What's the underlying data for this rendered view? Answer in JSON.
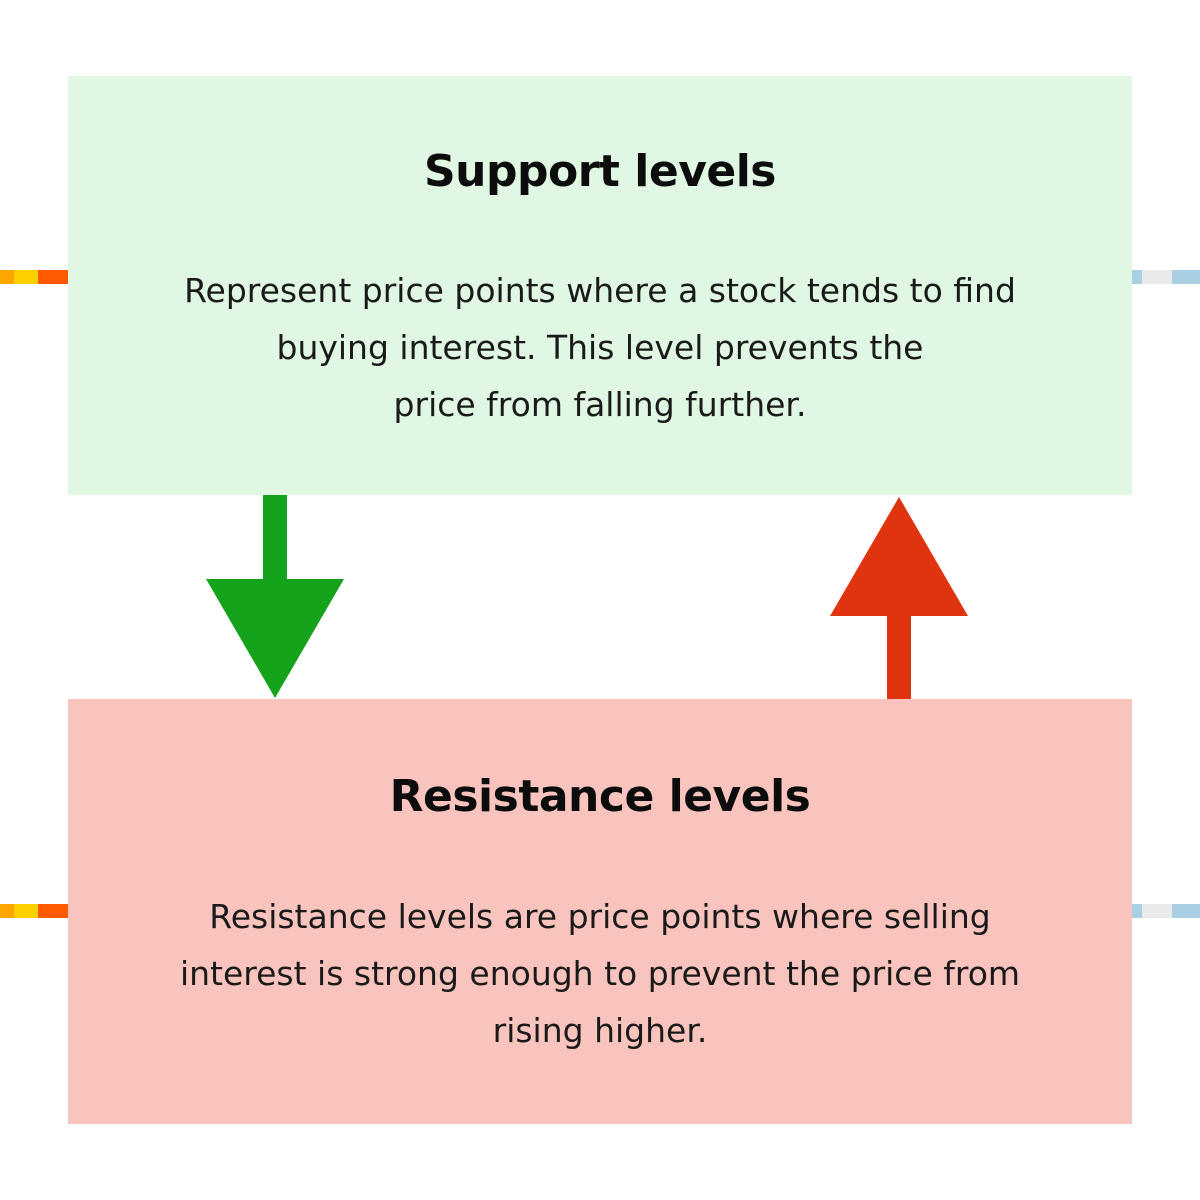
{
  "support": {
    "title": "Support levels",
    "body_lines": [
      "Represent price points where a stock tends to find",
      "buying interest. This level prevents the",
      "price from falling further."
    ]
  },
  "resistance": {
    "title": "Resistance levels",
    "body_lines": [
      "Resistance levels are price points where selling",
      "interest is strong enough to prevent the price from",
      "rising higher."
    ]
  },
  "colors": {
    "support_bg": "#e0f7e3",
    "resistance_bg": "#f9c4bd",
    "down_arrow": "#16a31c",
    "up_arrow": "#e0330f",
    "strip_left": [
      "#ffa500",
      "#ffd000",
      "#ff5a00"
    ],
    "strip_right": [
      "#dce8ee",
      "#eaeaea",
      "#a8cfe2"
    ]
  },
  "icons": {
    "down_arrow": "arrow-down-icon",
    "up_arrow": "arrow-up-icon"
  }
}
